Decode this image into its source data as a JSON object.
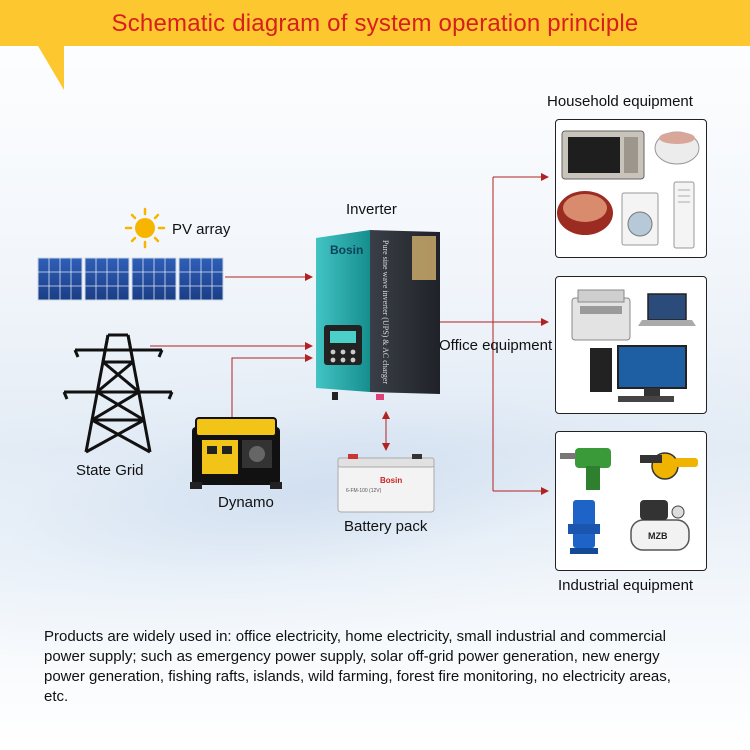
{
  "title": "Schematic diagram of system operation principle",
  "labels": {
    "pv_array": "PV array",
    "inverter": "Inverter",
    "state_grid": "State Grid",
    "dynamo": "Dynamo",
    "battery_pack": "Battery pack",
    "household": "Household equipment",
    "office": "Office equipment",
    "industrial": "Industrial equipment"
  },
  "inverter_device": {
    "brand": "Bosin",
    "side_text": "Pure sine wave inverter (UPS) & AC charger"
  },
  "battery_device": {
    "brand": "Bosin",
    "model": "6-FM-100 (12V)"
  },
  "industrial_device": {
    "compressor_brand": "MZB"
  },
  "description": "Products are widely used in: office electricity, home electricity, small industrial and commercial power supply; such as emergency power supply, solar off-grid power generation, new energy power generation, fishing rafts, islands, wild farming, forest fire monitoring, no electricity areas, etc.",
  "colors": {
    "banner": "#fdc82f",
    "title_text": "#d81e1e",
    "connector": "#b22222",
    "inverter_teal": "#1fa6a6"
  }
}
